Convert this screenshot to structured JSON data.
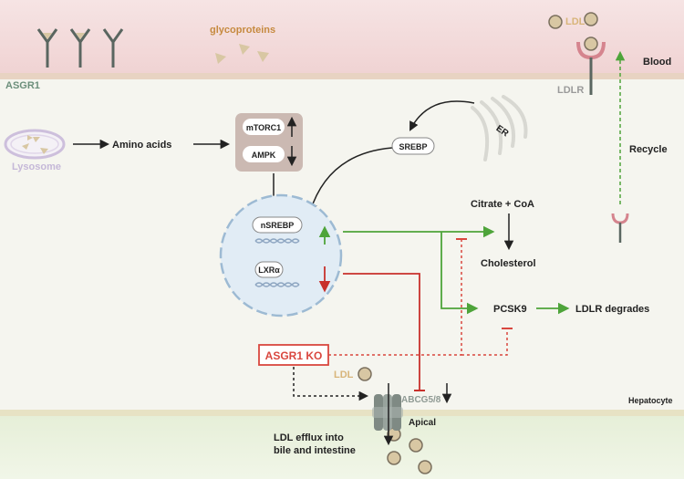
{
  "labels": {
    "glycoproteins": "glycoproteins",
    "asgr1": "ASGR1",
    "ldl_top": "LDL",
    "blood": "Blood",
    "ldlr": "LDLR",
    "recycle": "Recycle",
    "er": "ER",
    "lysosome": "Lysosome",
    "amino_acids": "Amino acids",
    "mtorc1": "mTORC1",
    "ampk": "AMPK",
    "srebp": "SREBP",
    "nsrebp": "nSREBP",
    "lxra": "LXRα",
    "citrate": "Citrate + CoA",
    "cholesterol": "Cholesterol",
    "pcsk9": "PCSK9",
    "ldlr_degrades": "LDLR degrades",
    "asgr1_ko": "ASGR1 KO",
    "ldl_bottom": "LDL",
    "abcg58": "ABCG5/8",
    "apical": "Apical",
    "hepatocyte": "Hepatocyte",
    "efflux_line1": "LDL efflux into",
    "efflux_line2": "bile and intestine"
  },
  "colors": {
    "blood_band": "#f3dcdc",
    "membrane": "#e8d2bf",
    "cytoplasm": "#f5f5ef",
    "bile_band": "#eaf2dc",
    "ko_red": "#d9473f",
    "green_arrow": "#4ea43a",
    "red_arrow": "#c8312c",
    "ldl_fill": "#d8c7a3",
    "nucleus": "#dde9f3",
    "nucleus_stroke": "#9dbad3"
  },
  "icons": {
    "receptor": "y-shaped-receptor-icon",
    "ldl": "ldl-particle-icon",
    "transporter": "abcg5-8-transporter-icon",
    "lysosome": "lysosome-organelle-icon",
    "er": "endoplasmic-reticulum-icon",
    "dna": "dna-strand-icon"
  },
  "regulation": {
    "mtorc1": "up",
    "ampk": "down",
    "nsrebp": "up",
    "lxra": "down",
    "abcg58": "down"
  }
}
